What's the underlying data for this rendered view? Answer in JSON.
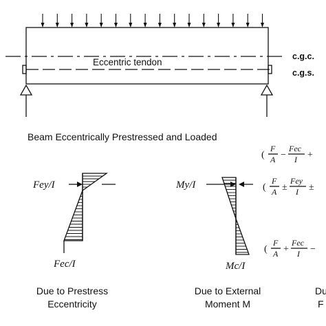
{
  "beam": {
    "tendon_label": "Eccentric tendon",
    "cgc_label": "c.g.c.",
    "cgs_label": "c.g.s.",
    "caption": "Beam Eccentrically Prestressed and Loaded"
  },
  "diagram_prestress": {
    "top_label": "Fey/I",
    "bottom_label": "Fec/I",
    "caption_line1": "Due to Prestress",
    "caption_line2": "Eccentricity"
  },
  "diagram_moment": {
    "top_label": "My/I",
    "bottom_label": "Mc/I",
    "caption_line1": "Due to External",
    "caption_line2": "Moment M"
  },
  "diagram_combined": {
    "caption_line1": "Du",
    "caption_line2": "F"
  },
  "equations": {
    "row1": "( F/A − Fec/I +",
    "row2": "( F/A ± Fey/I ±",
    "row3": "( F/A + Fec/I −"
  }
}
